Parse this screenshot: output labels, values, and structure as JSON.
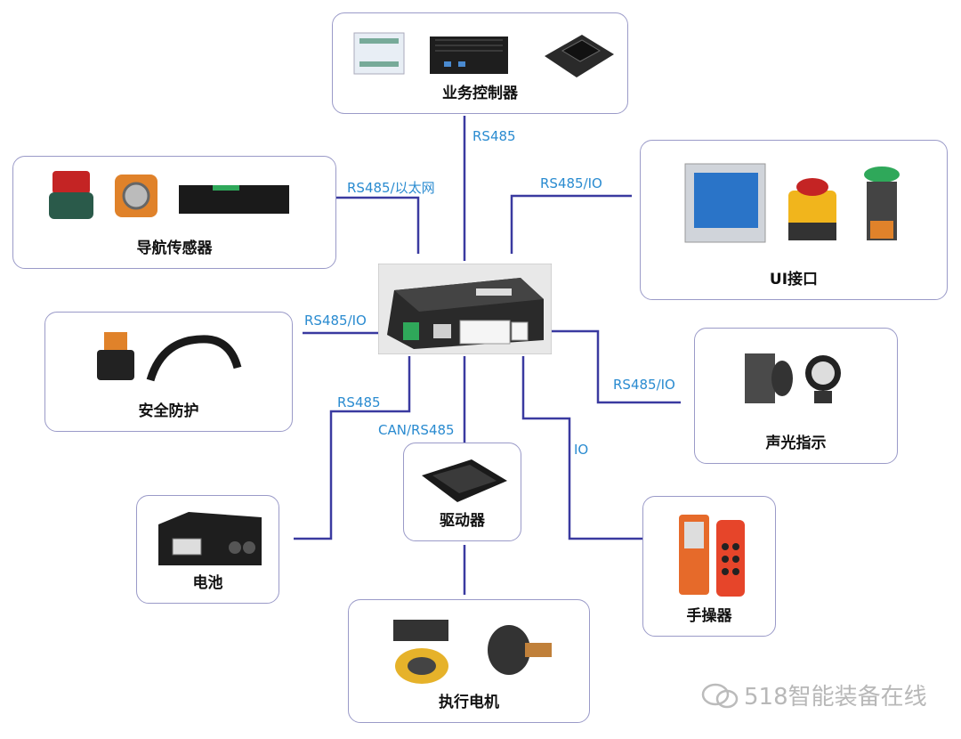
{
  "nodes": {
    "business_controller": "业务控制器",
    "nav_sensor": "导航传感器",
    "ui_interface": "UI接口",
    "safety": "安全防护",
    "sound_light": "声光指示",
    "battery": "电池",
    "driver": "驱动器",
    "pendant": "手操器",
    "motor": "执行电机"
  },
  "links": {
    "controller": "RS485",
    "nav": "RS485/以太网",
    "ui": "RS485/IO",
    "safety": "RS485/IO",
    "sound": "RS485/IO",
    "battery": "RS485",
    "driver": "CAN/RS485",
    "pendant": "IO"
  },
  "watermark": "518智能装备在线",
  "colors": {
    "wire": "#3a3aa0",
    "label": "#2a8bd0",
    "border": "#9a9ac8"
  }
}
